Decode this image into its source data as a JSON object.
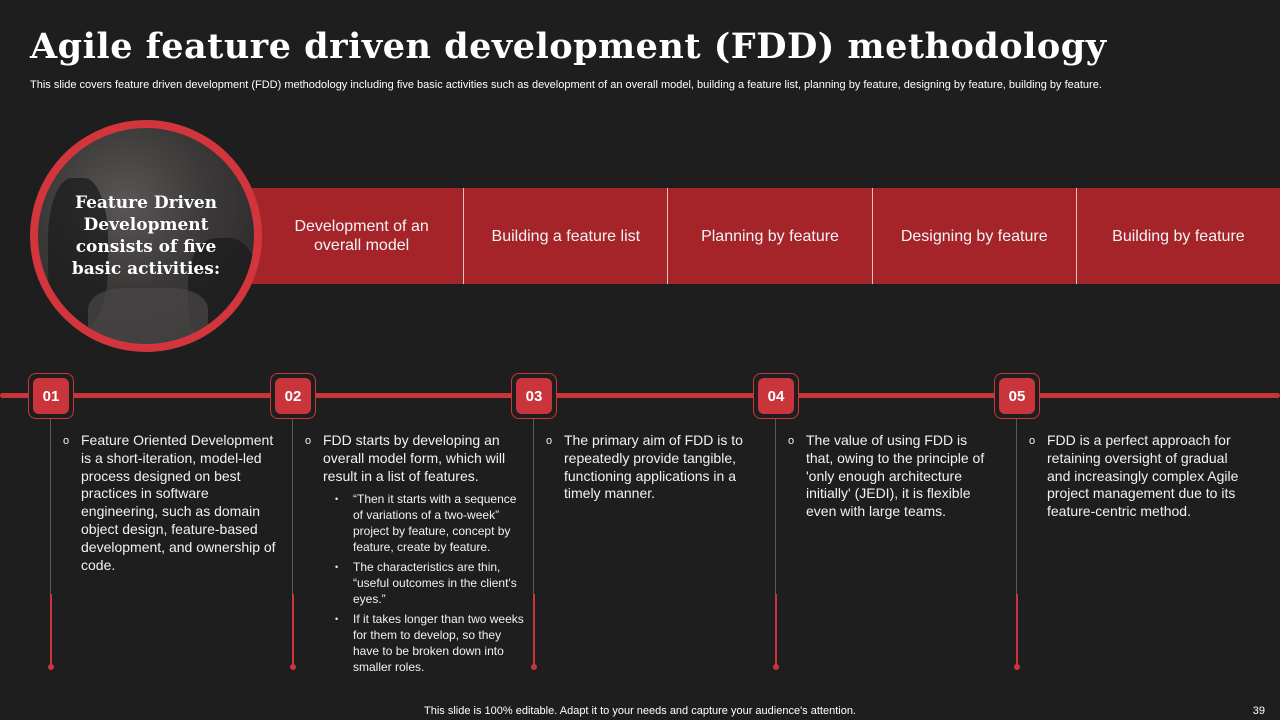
{
  "slide": {
    "title": "Agile feature driven development (FDD) methodology",
    "subtitle": "This slide covers feature driven development (FDD) methodology including five basic activities such as development of an overall model, building a feature list, planning by feature, designing by feature, building by feature.",
    "footer": "This slide is 100% editable. Adapt it to your needs and capture your audience's attention.",
    "page_number": "39"
  },
  "badge_circle": {
    "text": "Feature Driven Development consists of five basic activities:"
  },
  "activities": [
    "Development of an overall model",
    "Building a feature list",
    "Planning by feature",
    "Designing by feature",
    "Building by feature"
  ],
  "steps": [
    {
      "number": "01",
      "marker": "o",
      "text": "Feature Oriented Development is a short-iteration, model-led process designed on best practices in software engineering,  such as domain object design, feature-based development, and ownership of code."
    },
    {
      "number": "02",
      "marker": "o",
      "text": "FDD starts by developing  an overall model form, which will result in a list of features.",
      "sub_marker": "•",
      "subpoints": [
        "“Then it starts with a sequence of variations  of a two-week” project by feature,  concept by feature,  create by feature.",
        "The characteristics are thin, “useful outcomes in the client's eyes.”",
        "If it takes longer than two weeks for them to develop,  so they have to be broken down into smaller roles."
      ]
    },
    {
      "number": "03",
      "marker": "o",
      "text": "The primary aim of FDD is to repeatedly provide tangible, functioning applications in a timely manner."
    },
    {
      "number": "04",
      "marker": "o",
      "text": "The value of using FDD is that, owing to the principle of 'only enough architecture initially' (JEDI), it is flexible even with large teams."
    },
    {
      "number": "05",
      "marker": "o",
      "text": "FDD is a perfect approach for retaining oversight of gradual and increasingly complex Agile project management due to its feature-centric method."
    }
  ],
  "colors": {
    "background": "#1f1e1f",
    "accent_red": "#c9353b",
    "band_red": "#a5242a"
  }
}
